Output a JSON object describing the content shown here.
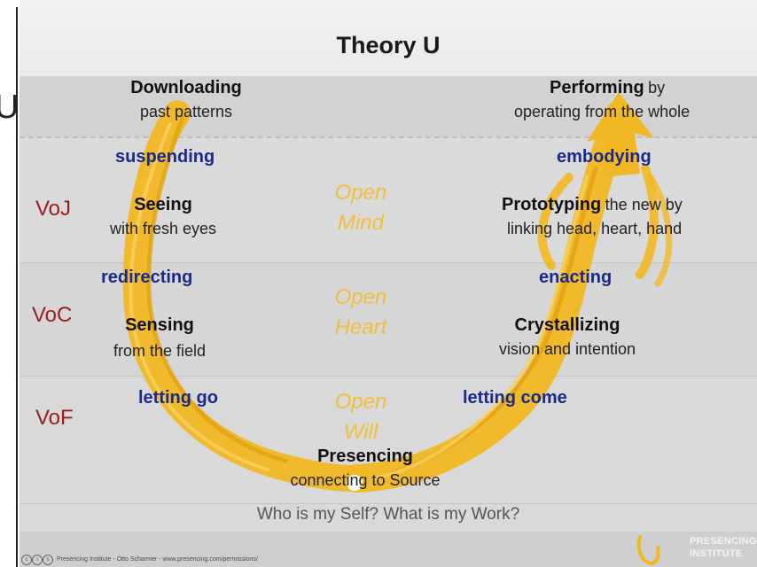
{
  "title": "Theory U",
  "left_nav": {
    "glyph": "U"
  },
  "stages": {
    "downloading": {
      "title": "Downloading",
      "subtitle": "past patterns"
    },
    "seeing": {
      "title": "Seeing",
      "subtitle": "with fresh eyes"
    },
    "sensing": {
      "title": "Sensing",
      "subtitle": "from the field"
    },
    "presencing": {
      "title": "Presencing",
      "subtitle": "connecting to Source"
    },
    "crystallizing": {
      "title": "Crystallizing",
      "subtitle": "vision and intention"
    },
    "prototyping": {
      "title": "Prototyping",
      "title_rest": "the new by",
      "subtitle": "linking head, heart, hand"
    },
    "performing": {
      "title": "Performing",
      "title_rest": "by",
      "subtitle": "operating from the whole"
    }
  },
  "transitions": {
    "suspending": "suspending",
    "redirecting": "redirecting",
    "letting_go": "letting go",
    "letting_come": "letting come",
    "enacting": "enacting",
    "embodying": "embodying"
  },
  "voices": {
    "voj": "VoJ",
    "voc": "VoC",
    "vof": "VoF"
  },
  "open": {
    "mind": [
      "Open",
      "Mind"
    ],
    "heart": [
      "Open",
      "Heart"
    ],
    "will": [
      "Open",
      "Will"
    ]
  },
  "question": "Who is my Self? What is my Work?",
  "footer": {
    "credit": "Presencing Institute - Otto Scharmer - www.presencing.com/permissions/",
    "brand_line1": "PRESENCING",
    "brand_line2": "INSTITUTE"
  },
  "colors": {
    "arrow": "#f2b824",
    "arrow_dark": "#e0a010",
    "blue_text": "#1a2a8a",
    "red_text": "#9b1c1c",
    "open_text": "#f2bf3d"
  }
}
